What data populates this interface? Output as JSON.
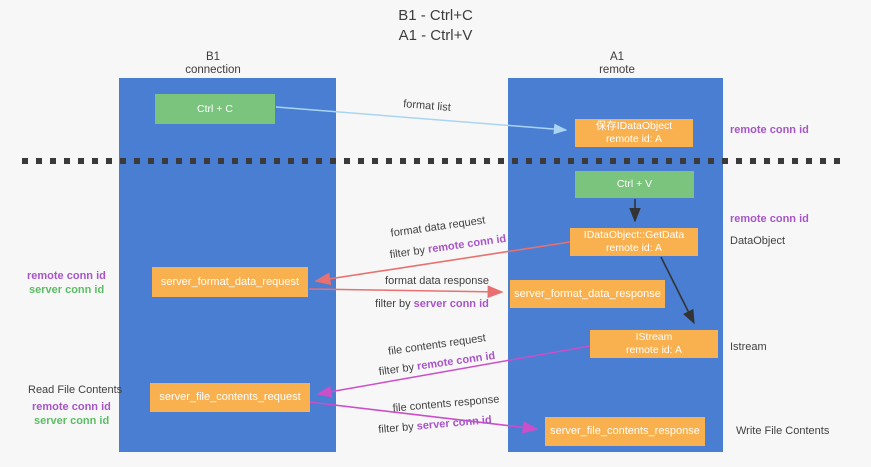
{
  "title": {
    "line1": "B1 - Ctrl+C",
    "line2": "A1 - Ctrl+V"
  },
  "lifelines": {
    "b1": {
      "name": "B1",
      "role": "connection"
    },
    "a1": {
      "name": "A1",
      "role": "remote"
    }
  },
  "boxes": {
    "ctrl_c": {
      "label": "Ctrl + C"
    },
    "ctrl_v": {
      "label": "Ctrl + V"
    },
    "save_idataobject": {
      "line1": "保存IDataObject",
      "line2": "remote id: A"
    },
    "idataobject_getdata": {
      "line1": "IDataObject::GetData",
      "line2": "remote id: A"
    },
    "istream": {
      "line1": "IStream",
      "line2": "remote id: A"
    },
    "server_format_data_request": {
      "label": "server_format_data_request"
    },
    "server_format_data_response": {
      "label": "server_format_data_response"
    },
    "server_file_contents_request": {
      "label": "server_file_contents_request"
    },
    "server_file_contents_response": {
      "label": "server_file_contents_response"
    }
  },
  "arrow_labels": {
    "format_list": "format list",
    "format_data_request": "format data request",
    "format_data_request_filter_prefix": "filter by ",
    "format_data_request_filter_key": "remote conn id",
    "format_data_response": "format data response",
    "format_data_response_filter_prefix": "filter by ",
    "format_data_response_filter_key": "server conn id",
    "file_contents_request": "file contents request",
    "file_contents_request_filter_prefix": "filter by ",
    "file_contents_request_filter_key": "remote conn id",
    "file_contents_response": "file contents response",
    "file_contents_response_filter_prefix": "filter by ",
    "file_contents_response_filter_key": "server conn id"
  },
  "side_labels": {
    "right_remote_conn_id_top": "remote conn id",
    "right_remote_conn_id_mid": "remote conn id",
    "right_dataobject": "DataObject",
    "right_istream": "Istream",
    "right_write_file_contents": "Write File Contents",
    "left_remote_conn_id_top": "remote conn id",
    "left_server_conn_id_top": "server conn id",
    "left_read_file_contents": "Read File Contents",
    "left_remote_conn_id_bottom": "remote conn id",
    "left_server_conn_id_bottom": "server conn id"
  },
  "colors": {
    "lifeline_blue": "#4a7ed2",
    "box_orange": "#f9b04e",
    "box_green": "#7ac47e",
    "arrow_light_blue": "#a9d5f2",
    "arrow_red": "#e87070",
    "arrow_magenta": "#cc4ec8",
    "arrow_black": "#333333",
    "text_purple": "#a855c8",
    "text_green": "#5cbd66",
    "text_dark": "#3f3f3f",
    "background": "#f7f7f7"
  }
}
